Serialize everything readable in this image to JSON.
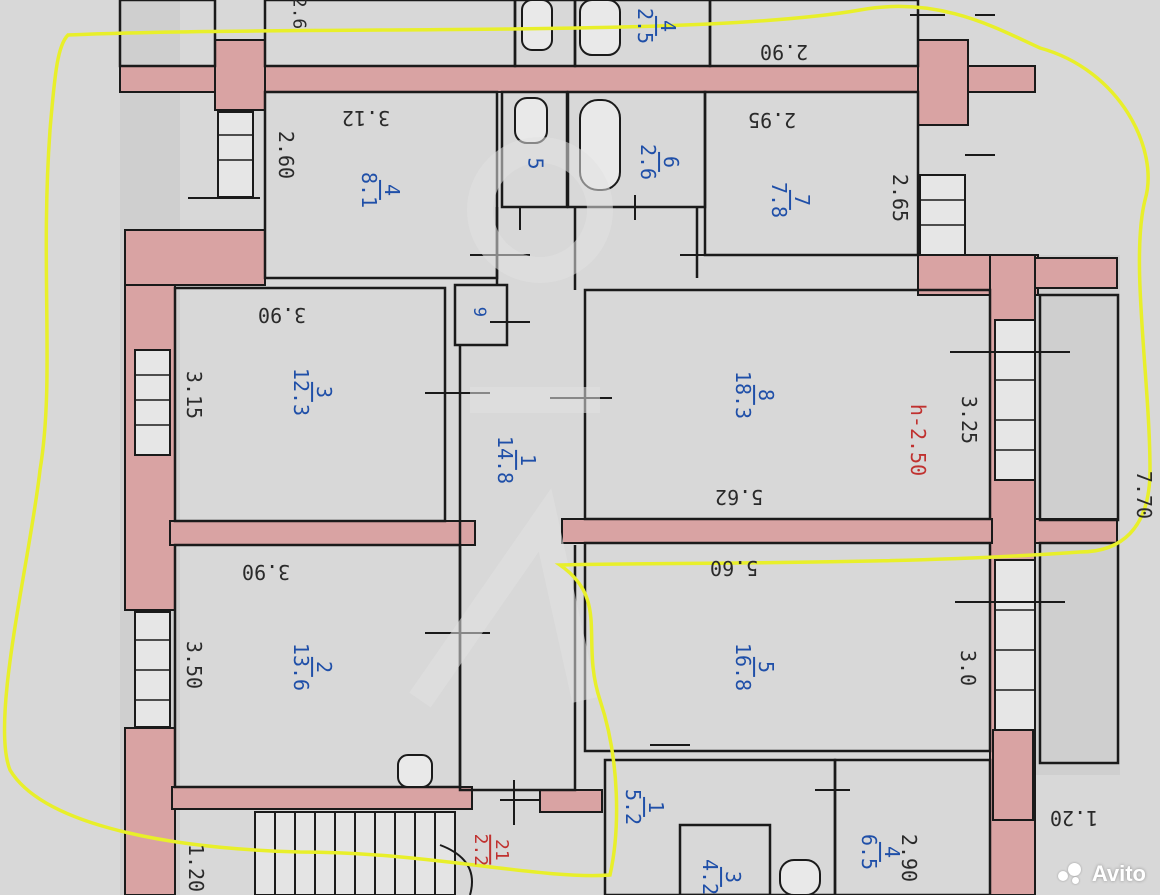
{
  "colors": {
    "wall": "#d9a3a3",
    "line": "#1a1a1a",
    "highlight": "#e8ef2a",
    "room_label": "#1f4fa8",
    "height_label": "#c0312f"
  },
  "rooms": [
    {
      "id": "r1",
      "number": "1",
      "area": "14.8"
    },
    {
      "id": "r2",
      "number": "2",
      "area": "13.6"
    },
    {
      "id": "r3",
      "number": "3",
      "area": "12.3"
    },
    {
      "id": "r4",
      "number": "4",
      "area": "8.1"
    },
    {
      "id": "r5",
      "number": "5",
      "area": ""
    },
    {
      "id": "r6",
      "number": "6",
      "area": "2.6"
    },
    {
      "id": "r7",
      "number": "7",
      "area": "7.8"
    },
    {
      "id": "r8",
      "number": "8",
      "area": "18.3"
    },
    {
      "id": "r9",
      "number": "9",
      "area": ""
    },
    {
      "id": "r5b",
      "number": "5",
      "area": "16.8"
    },
    {
      "id": "top4",
      "number": "4",
      "area": "2.5"
    },
    {
      "id": "bot4",
      "number": "4",
      "area": "6.5"
    },
    {
      "id": "bot1",
      "number": "1",
      "area": "5.2"
    },
    {
      "id": "bot21",
      "number": "21",
      "area": "2.2"
    },
    {
      "id": "bot3",
      "number": "3",
      "area": "4.2"
    }
  ],
  "dimensions": {
    "d_2_90_top": "2.90",
    "d_3_12": "3.12",
    "d_2_95": "2.95",
    "d_2_60": "2.60",
    "d_2_65": "2.65",
    "d_3_90_a": "3.90",
    "d_3_15": "3.15",
    "d_3_25": "3.25",
    "d_5_62": "5.62",
    "d_3_90_b": "3.90",
    "d_5_60": "5.60",
    "d_3_50": "3.50",
    "d_3_0": "3.0",
    "d_7_70": "7.70",
    "d_1_20_r": "1.20",
    "d_2_90_b": "2.90",
    "d_1_20_l": "1.20",
    "d_top_2": "2.6"
  },
  "ceiling_height": "h-2.50",
  "watermark": {
    "brand": "Avito"
  }
}
